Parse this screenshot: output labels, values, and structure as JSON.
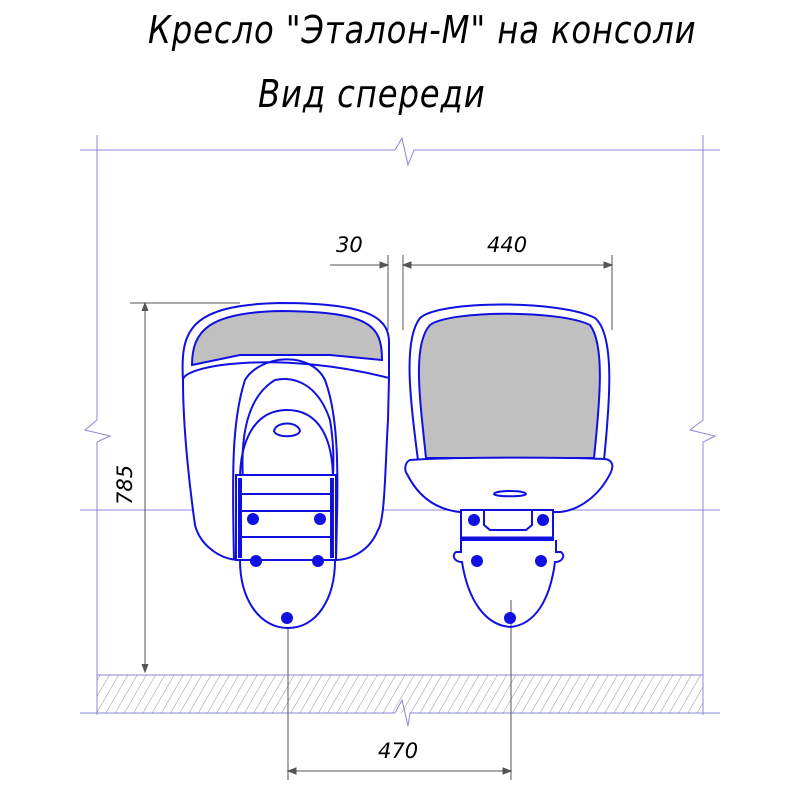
{
  "title": "Кресло \"Эталон-М\" на консоли",
  "subtitle": "Вид спереди",
  "dimensions": {
    "gap": "30",
    "seat_width": "440",
    "height": "785",
    "pitch": "470"
  },
  "colors": {
    "outline": "#1010e0",
    "upholstery": "#c0c0c0",
    "guide": "#8a8ad8",
    "dim": "#555555"
  }
}
